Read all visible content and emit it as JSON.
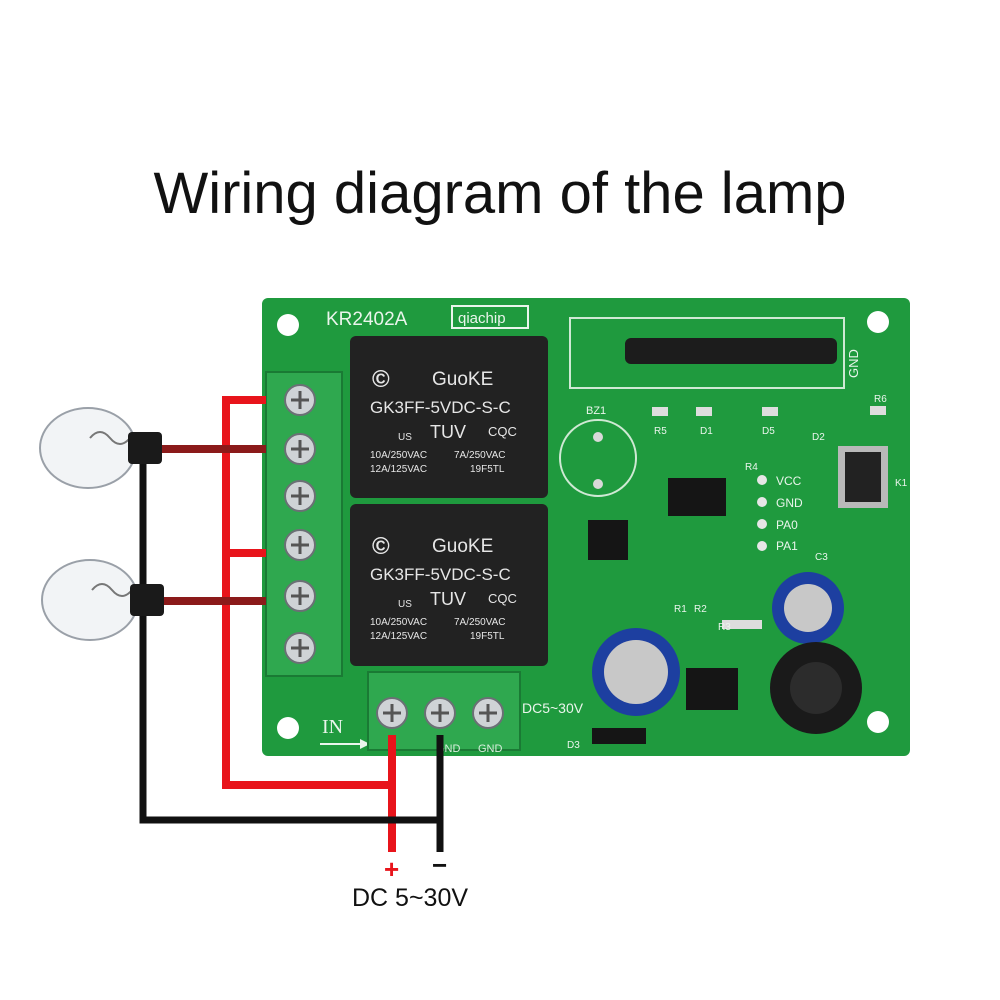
{
  "diagram": {
    "title": "Wiring diagram of the lamp",
    "board": {
      "model": "KR2402A",
      "brand": "qiachip",
      "relays": [
        {
          "maker": "GuoKE",
          "part": "GK3FF-5VDC-S-C",
          "cert": "TUV",
          "cert2": "CQC",
          "cert3": "US",
          "rating1": "10A/250VAC",
          "rating2": "7A/250VAC",
          "rating3": "12A/125VAC",
          "rating4": "19F5TL"
        },
        {
          "maker": "GuoKE",
          "part": "GK3FF-5VDC-S-C",
          "cert": "TUV",
          "cert2": "CQC",
          "cert3": "US",
          "rating1": "10A/250VAC",
          "rating2": "7A/250VAC",
          "rating3": "12A/125VAC",
          "rating4": "19F5TL"
        }
      ],
      "pins": [
        "VCC",
        "GND",
        "PA0",
        "PA1"
      ],
      "antenna_label": "GND",
      "silkscreen": [
        "BZ1",
        "D1",
        "D2",
        "D5",
        "R5",
        "R6",
        "R4",
        "K1",
        "C3",
        "R1",
        "R2",
        "R3",
        "D3"
      ],
      "input_label": "IN",
      "dc_silk": "DC5~30V",
      "terminal_labels": [
        "GND",
        "GND"
      ]
    },
    "supply": {
      "plus": "+",
      "minus": "−",
      "label": "DC 5~30V"
    },
    "colors": {
      "board": "#1f9a3e",
      "terminal": "#2fa84f",
      "relay": "#222222",
      "positive_wire": "#e8141b",
      "negative_wire": "#111111",
      "lamp_wire": "#8b1a1a"
    }
  }
}
